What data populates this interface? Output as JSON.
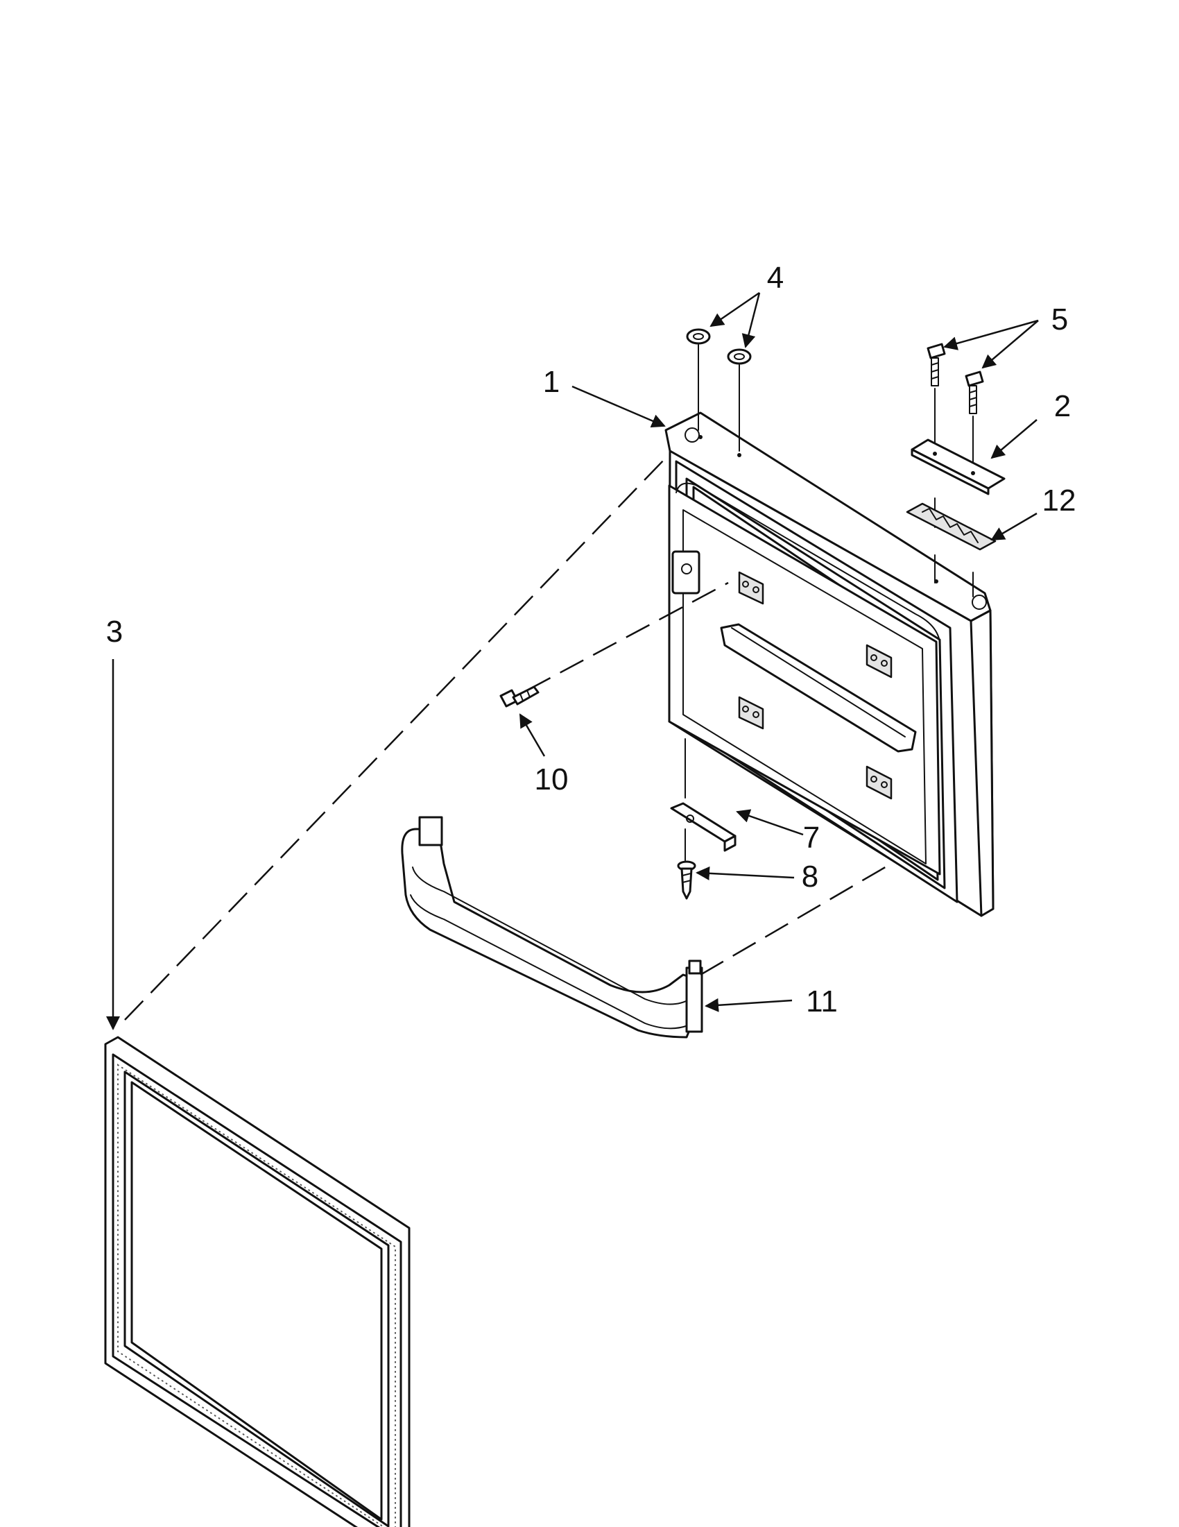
{
  "callouts": [
    {
      "id": "c1",
      "label": "1"
    },
    {
      "id": "c2",
      "label": "2"
    },
    {
      "id": "c3",
      "label": "3"
    },
    {
      "id": "c4",
      "label": "4"
    },
    {
      "id": "c5",
      "label": "5"
    },
    {
      "id": "c7",
      "label": "7"
    },
    {
      "id": "c8",
      "label": "8"
    },
    {
      "id": "c10",
      "label": "10"
    },
    {
      "id": "c11",
      "label": "11"
    },
    {
      "id": "c12",
      "label": "12"
    }
  ],
  "colors": {
    "line": "#111111",
    "background": "#ffffff",
    "shade": "#e4e4e4"
  }
}
